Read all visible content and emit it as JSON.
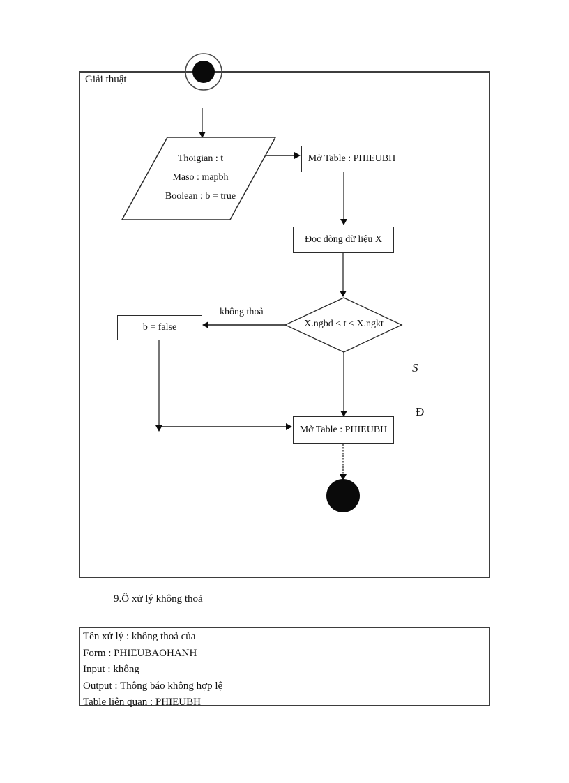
{
  "flowchart": {
    "frame_label": "Giải thuật",
    "start_node": "start-node",
    "end_node": "end-node",
    "parallelogram": {
      "lines": [
        "Thoigian : t",
        "Maso : mapbh",
        "Boolean : b = true"
      ]
    },
    "open_table_top": "Mở Table : PHIEUBH",
    "read_row": "Đọc dòng dữ liệu X",
    "decision": "X.ngbd < t < X.ngkt",
    "b_false": "b = false",
    "branch_fail_label": "không thoả",
    "branch_s_label": "S",
    "branch_d_label": "Đ",
    "open_table_bottom": "Mở Table : PHIEUBH"
  },
  "section": {
    "heading": "9.Ô xử lý không thoả"
  },
  "spec_table": {
    "rows": [
      "Tên xử lý : không thoả của",
      "Form : PHIEUBAOHANH",
      "Input : không",
      "Output : Thông báo không hợp lệ",
      "Table liên quan : PHIEUBH"
    ]
  },
  "colors": {
    "ink": "#000000",
    "border": "#3d3d3d",
    "background": "#ffffff"
  }
}
